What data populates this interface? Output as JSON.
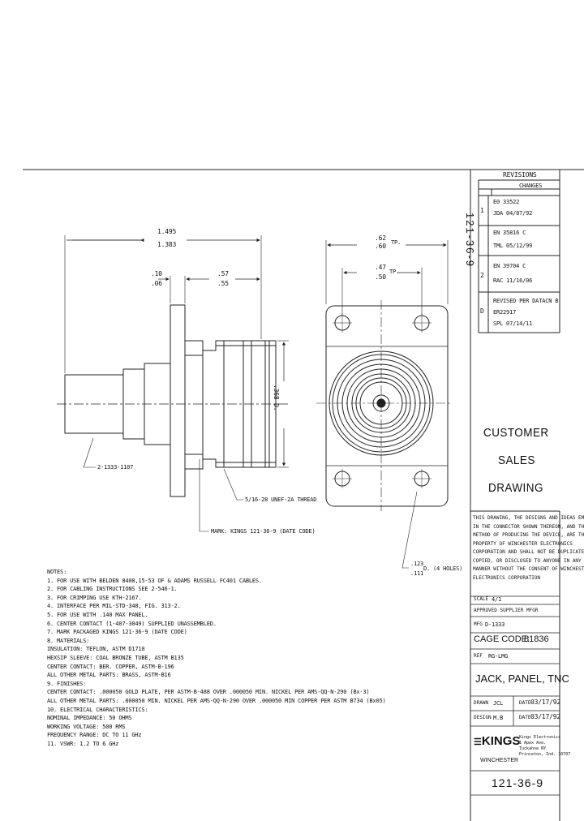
{
  "revisions": {
    "header": "REVISIONS",
    "changes_label": "CHANGES",
    "rows": [
      {
        "rev": "1",
        "lines": [
          "E0   33522",
          "JDA   04/07/92"
        ]
      },
      {
        "rev": "",
        "lines": [
          "EN  35816  C",
          "TML  05/12/99"
        ]
      },
      {
        "rev": "2",
        "lines": [
          "EN  39704  C",
          "RAC  11/16/06"
        ]
      },
      {
        "rev": "D",
        "lines": [
          "REVISED PER DATACN  B",
          "ER22917",
          "SPL        07/14/11"
        ]
      }
    ]
  },
  "part_number_vertical": "121-36-9",
  "side_view": {
    "overall_length_top": "1.495",
    "overall_length_bottom": "1.383",
    "flange_top": ".10",
    "flange_bottom": ".06",
    "front_len_top": ".57",
    "front_len_bottom": ".55",
    "diameter": ".368 D.",
    "callout_rear": "2-1333-1107",
    "callout_thread": "5/16-28 UNEF-2A THREAD",
    "callout_mark": "MARK: KINGS 121-36-9 (DATE CODE)"
  },
  "front_view": {
    "dim_outer_top": ".62",
    "dim_outer_bottom": ".60",
    "dim_outer_suffix": "TP.",
    "dim_inner_top": ".47",
    "dim_inner_bottom": ".50",
    "dim_inner_suffix": "TP.",
    "hole_top": ".123",
    "hole_bottom": ".111",
    "hole_suffix": "D. (4 HOLES)"
  },
  "notes": {
    "title": "NOTES:",
    "lines": [
      "1. FOR USE WITH BELDEN 8408,15-53 OF & ADAMS RUSSELL FC401 CABLES.",
      "2. FOR CABLING INSTRUCTIONS SEE 2-546-1.",
      "3. FOR CRIMPING USE KTH-2167.",
      "4. INTERFACE PER MIL-STD-348, FIG. 313-2.",
      "5. FOR USE WITH .140 MAX PANEL.",
      "6. CENTER CONTACT (1-407-3049) SUPPLIED UNASSEMBLED.",
      "7. MARK PACKAGED KINGS 121-36-9 (DATE CODE)",
      "8. MATERIALS:",
      "      INSULATION: TEFLON, ASTM D1710",
      "      HEXSIP SLEEVE: COAL BRONZE TUBE, ASTM B135",
      "      CENTER CONTACT: BER. COPPER, ASTM-B-196",
      "      ALL OTHER METAL PARTS: BRASS, ASTM-B16",
      "9. FINISHES:",
      "      CENTER CONTACT: .000050 GOLD PLATE, PER ASTM-B-488 OVER .000050 MIN. NICKEL PER AMS-QQ-N-290 (Bx-3)",
      "      ALL OTHER METAL PARTS: .000050 MIN. NICKEL PER AMS-QQ-N-290 OVER .000050 MIN COPPER PER ASTM B734 (Bx05)",
      "10. ELECTRICAL CHARACTERISTICS:",
      "      NOMINAL IMPEDANCE: 50 OHMS",
      "      WORKING VOLTAGE: 500 RMS",
      "      FREQUENCY RANGE: DC TO 11 GHz",
      "11. VSWR: 1.2 TO 6 GHz"
    ]
  },
  "title_block": {
    "customer_sales": [
      "CUSTOMER",
      "SALES",
      "DRAWING"
    ],
    "proprietary": [
      "THIS DRAWING, THE DESIGNS AND IDEAS EMBODIED",
      "IN THE CONNECTOR SHOWN THEREON, AND THE",
      "METHOD OF PRODUCING THE DEVICE, ARE THE",
      "PROPERTY OF WINCHESTER ELECTRONICS",
      "CORPORATION AND SHALL NOT BE DUPLICATED,",
      "COPIED, OR DISCLOSED TO ANYONE IN ANY",
      "MANNER WITHOUT THE CONSENT OF WINCHESTER",
      "ELECTRONICS CORPORATION"
    ],
    "scale_label": "SCALE",
    "scale_value": "4/1",
    "approved_label": "APPROVED SUPPLIER MFGR",
    "mfg_label": "MFG",
    "mfg_value": "D-1333",
    "cage_label": "CAGE CODE:",
    "cage_value": "81836",
    "part_label": "REF",
    "part_value": "RG-LMG",
    "title": "JACK, PANEL, TNC",
    "drawn_label": "DRAWN",
    "drawn_value": "JCL",
    "drawn_date_label": "DATE",
    "drawn_date": "03/17/92",
    "design_label": "DESIGN",
    "design_value": "M.B",
    "design_date_label": "DATE",
    "design_date": "03/17/92",
    "logo_text": "KINGS",
    "logo_sub": "WINCHESTER",
    "company_lines": [
      "Kings Electronics",
      "1 Apex Ave.",
      "Tuckahoe NY",
      "Princeton, Ind. 10707"
    ],
    "drawing_number": "121-36-9"
  }
}
